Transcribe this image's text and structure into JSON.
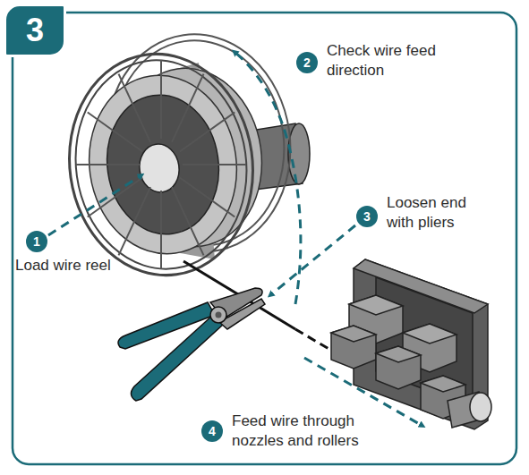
{
  "diagram": {
    "nodes": [
      {
        "text": [
          "3"
        ]
      },
      {
        "text": [
          "1",
          "Load wire reel"
        ]
      },
      {
        "text": [
          "2",
          "Check wire feed direction"
        ]
      },
      {
        "text": [
          "3",
          "Loosen end with pliers"
        ]
      },
      {
        "text": [
          "4",
          "Feed wire through nozzles and rollers"
        ]
      }
    ]
  }
}
